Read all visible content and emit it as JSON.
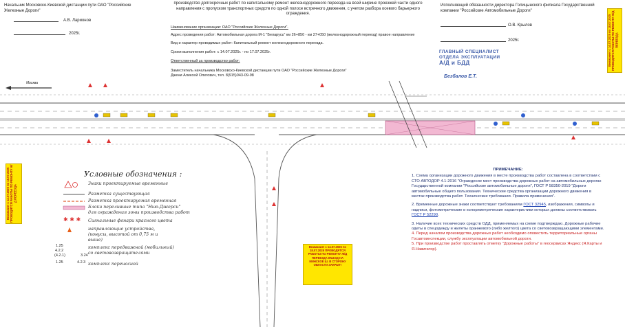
{
  "header": {
    "left_title": "Начальник Московско-Киевской дистанции пути ОАО \"Российские Железные Дороги\"",
    "left_name": "А.В. Ларионов",
    "left_date": "2025г.",
    "center_title": "производство долгосрочных работ по капитальному ремонт железнодорожного переезда на всей ширине проезжей части одного направления с пропуском транспортных средств по одной полосе встречного движения, с учетом разбора осевого барьерного ограждения.",
    "right_title": "Исполняющий обязанности директора Голицынского филиала Государственной компании \"Российские Автомобильные Дороги\"",
    "right_name": "О.В. Крылов",
    "right_date": "2025г.",
    "stamp_line1": "ГЛАВНЫЙ СПЕЦИАЛИСТ",
    "stamp_line2": "ОТДЕЛА ЭКСПЛУАТАЦИИ",
    "stamp_line3": "А/Д и БДД",
    "stamp_name": "Безбалов Е.Т."
  },
  "info": {
    "org": "Наименование организации: ОАО \"Российские Железные Дороги\".",
    "address": "Адрес проведения работ: Автомобильная дорога М-1 \"Беларусь\" км 26+850 - км 27+050 (железнодорожный переезд) правое направление",
    "work_type": "Вид и характер проводимых работ: Капитальный ремонт железнодорожного переезда.",
    "dates": "Сроки выполнения работ: с 14.07.2025г. - по 17.07.2025г.",
    "responsible": "Ответственный за производство работ:",
    "responsible_person": "Заместитель начальника Московско-Киевской дистанции пути ОАО \"Российские Железные Дороги\"",
    "responsible_contact": "Джени Алексей Олегович, тел. 8(915)043-09-98"
  },
  "stickers": {
    "top_right": "Внимание! с 14.07.2025 по 18.07.2025 ПРОВОДЯТСЯ РАБОТЫ ПО РЕМОНТУ Ж/Д ПЕРЕЕЗДА",
    "left": "Внимание! с 14.07.2025 по 18.07.2025 ПРОВОДЯТСЯ РАБОТЫ ПО РЕМОНТУ Ж/Д ПЕРЕЕЗДА",
    "center": "Внимание! с 14.07.2025 по 18.07.2025 ПРОВОДЯТСЯ РАБОТЫ ПО РЕМОНТУ Ж/Д ПЕРЕЕЗДА ВЪЕЗД НА МИНСКОЕ Ш. В СТОРОНУ ОБЛАСТИ ЗАКРЫТ!"
  },
  "road": {
    "direction_label": "Москва"
  },
  "legend": {
    "title": "Условные обозначения :",
    "items": [
      "Знаки проектируемые временные",
      "Разметка существующая",
      "Разметка проектируемая временная",
      "Блоки переливные типа \"Нью-Джерси\"",
      "для ограждения зоны производства работ",
      "Сигнальные фонари красного цвета",
      "направляющие устройства,",
      "(конусы, высотой от 0,75 м и",
      "выше)",
      "комплекс передвижной (мобильный)",
      "со световозвращателями",
      "комплекс переносной"
    ],
    "sign_codes": [
      "1.25",
      "4.2.2",
      "(4.2.1)",
      "3.24",
      "1.25",
      "4.2.3"
    ]
  },
  "notes": {
    "title": "ПРИМЕЧАНИЕ:",
    "n1": "1. Схема организации дорожного движения в месте производства работ составлена в соответствии с СТО АВТОДОР 4.1-2016 \"Ограждение мест производства дорожных работ на автомобильных дорогах Государственной компании \"Российские автомобильные дороги\", ГОСТ Р 58350-2019 \"Дороги автомобильные общего пользования. Технические средства организации дорожного движения в местах производства работ. Технические требования. Правила применения\".",
    "n2a": "2. Временные дорожные знаки соответствуют требованиям",
    "n2_link1": "ГОСТ 32945",
    "n2b": ", изображения, символы и надписи, фотометрические и колориметрические характеристики которых должны соответствовать",
    "n2_link2": "ГОСТ Р 52290",
    "n2c": ".",
    "n3": "3. Наличие всех технических средств ОДД, применяемых на схеме подтверждаю. Дорожные рабочие одеты в спецодежду и жилеты оранжевого (либо желтого) цвета со световозвращающими элементами.",
    "n4": "4. Перед началом производства дорожных работ необходимо оповестить территориальные органы Госавтоинспекции, службу эксплуатации автомобильной дороги.",
    "n5": "5. При производстве работ проставлять отметку \"Дорожные работы\" в геосервисах Яндекс (Я.Карты и Я.Навигатор)."
  },
  "colors": {
    "road_line": "#555555",
    "work_zone": "#f2b8d2",
    "sticker_bg": "#ffe600",
    "note_text": "#1d2f6f",
    "note_red": "#c81e1e"
  }
}
